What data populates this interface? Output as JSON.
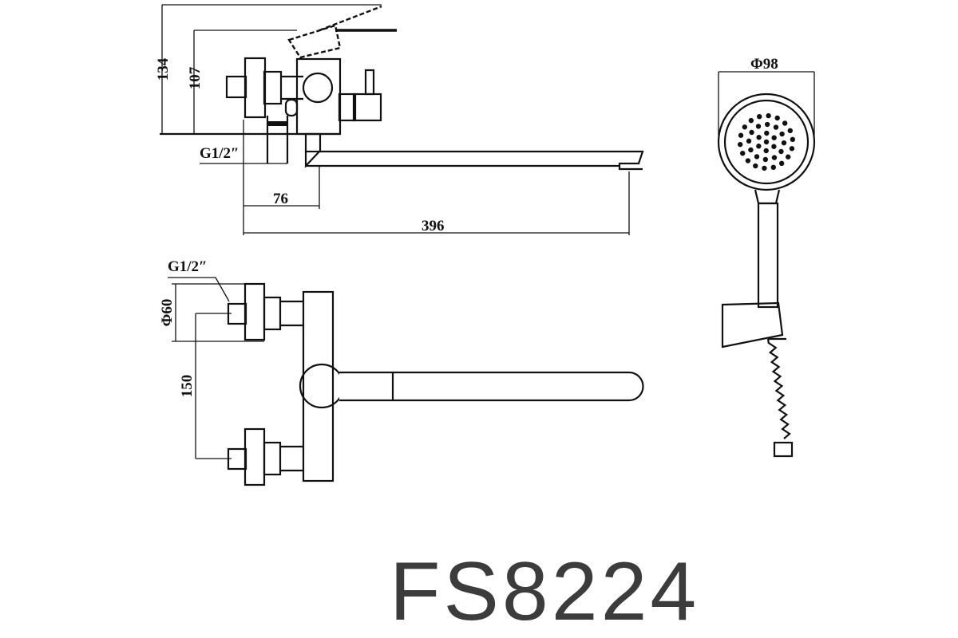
{
  "title": "FS8224",
  "side_view": {
    "dim_total_height": "134",
    "dim_body_height": "107",
    "dim_thread": "G1/2″",
    "dim_offset": "76",
    "dim_spout_length": "396"
  },
  "top_view": {
    "dim_thread": "G1/2″",
    "dim_flange_diameter": "Φ60",
    "dim_center_distance": "150"
  },
  "hand_shower": {
    "dim_head_diameter": "Φ98"
  }
}
